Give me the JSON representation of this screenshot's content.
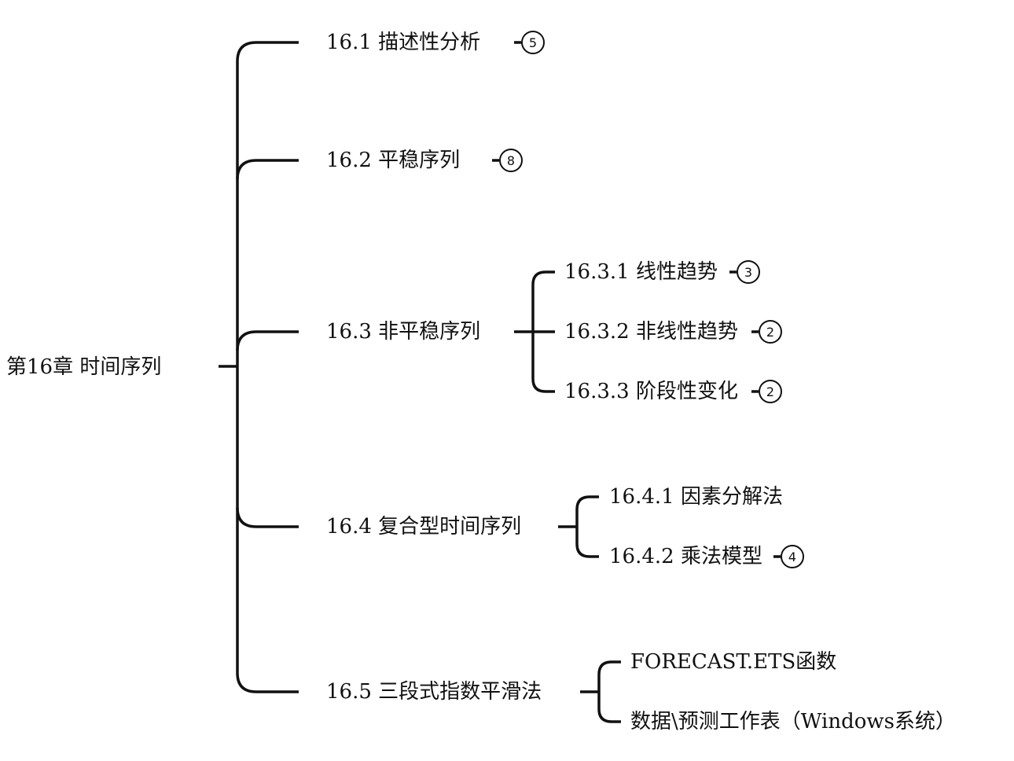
{
  "root": {
    "label": "第16章  时间序列"
  },
  "topics": [
    {
      "label": "16.1 描述性分析",
      "count": "5"
    },
    {
      "label": "16.2 平稳序列",
      "count": "8"
    },
    {
      "label": "16.3 非平稳序列",
      "children": [
        {
          "label": "16.3.1 线性趋势",
          "count": "3"
        },
        {
          "label": "16.3.2 非线性趋势",
          "count": "2"
        },
        {
          "label": "16.3.3 阶段性变化",
          "count": "2"
        }
      ]
    },
    {
      "label": "16.4 复合型时间序列",
      "children": [
        {
          "label": "16.4.1 因素分解法"
        },
        {
          "label": "16.4.2 乘法模型",
          "count": "4"
        }
      ]
    },
    {
      "label": "16.5 三段式指数平滑法",
      "children": [
        {
          "label": "FORECAST.ETS函数"
        },
        {
          "label": "数据\\预测工作表（Windows系统）"
        }
      ]
    }
  ]
}
